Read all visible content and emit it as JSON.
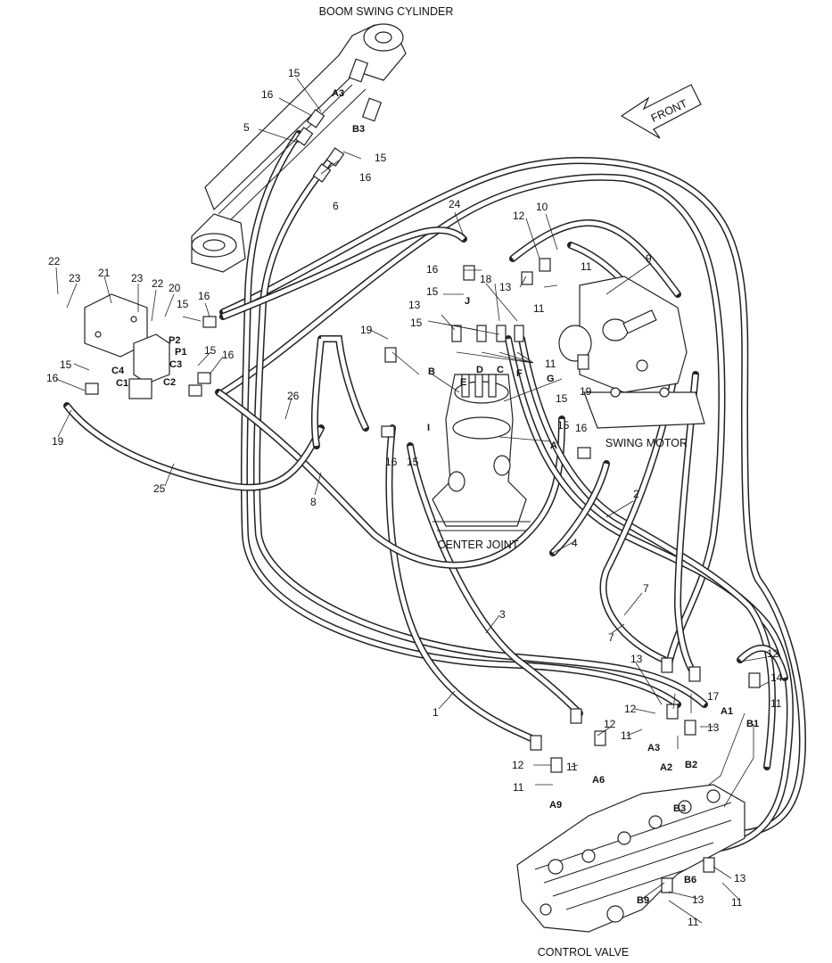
{
  "titles": {
    "boom_swing_cylinder": "BOOM SWING CYLINDER",
    "swing_motor": "SWING MOTOR",
    "center_joint": "CENTER JOINT",
    "control_valve": "CONTROL VALVE",
    "front": "FRONT"
  },
  "callouts": [
    "15",
    "16",
    "5",
    "A3",
    "B3",
    "15",
    "16",
    "6",
    "24",
    "12",
    "10",
    "16",
    "15",
    "18",
    "13",
    "J",
    "11",
    "13",
    "9",
    "11",
    "22",
    "23",
    "21",
    "23",
    "22",
    "20",
    "16",
    "15",
    "P2",
    "P1",
    "15",
    "16",
    "C4",
    "C1",
    "C3",
    "C2",
    "15",
    "16",
    "19",
    "13",
    "15",
    "E",
    "D",
    "C",
    "F",
    "11",
    "B",
    "G",
    "15",
    "19",
    "19",
    "26",
    "15",
    "16",
    "A",
    "16",
    "15",
    "I",
    "25",
    "8",
    "2",
    "4",
    "7",
    "7",
    "3",
    "1",
    "13",
    "12",
    "14",
    "17",
    "11",
    "12",
    "A1",
    "13",
    "11",
    "B1",
    "12",
    "11",
    "A3",
    "A2",
    "B2",
    "12",
    "11",
    "A6",
    "11",
    "A9",
    "B3",
    "13",
    "B6",
    "11",
    "13",
    "B9",
    "11"
  ]
}
